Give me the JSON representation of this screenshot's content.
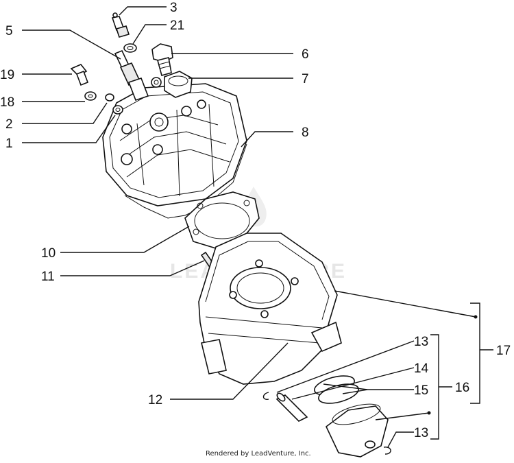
{
  "callouts": {
    "c3": "3",
    "c21": "21",
    "c5": "5",
    "c6": "6",
    "c7": "7",
    "c19": "19",
    "c18": "18",
    "c2": "2",
    "c1": "1",
    "c8": "8",
    "c10": "10",
    "c11": "11",
    "c12": "12",
    "c13a": "13",
    "c14": "14",
    "c15": "15",
    "c16": "16",
    "c17": "17",
    "c13b": "13"
  },
  "watermark": "LEADVENTURE",
  "credit": "Rendered by LeadVenture, Inc."
}
